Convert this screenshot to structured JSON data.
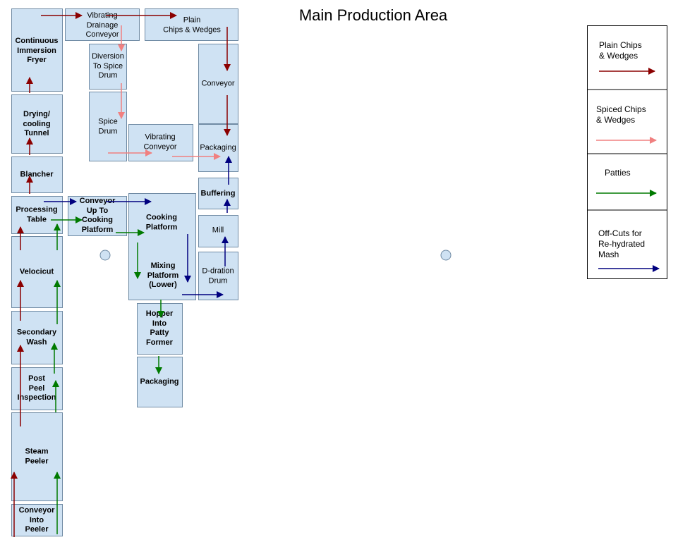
{
  "title": "Main Production Area",
  "colors": {
    "plain": "#8b0000",
    "spiced": "#f08080",
    "patties": "#007a00",
    "offcuts": "#00007f",
    "box_fill": "#cfe2f3",
    "box_border": "#6f8aa3"
  },
  "nodes": {
    "conveyor_into_peeler": "Conveyor\nInto\nPeeler",
    "steam_peeler": "Steam\nPeeler",
    "post_peel_inspection": "Post\nPeel\nInspection",
    "secondary_wash": "Secondary\nWash",
    "velocicut": "Velocicut",
    "processing_table": "Processing\nTable",
    "blancher": "Blancher",
    "drying_cooling_tunnel": "Drying/\ncooling\nTunnel",
    "continuous_immersion_fryer": "Continuous\nImmersion\nFryer",
    "vibrating_drainage_conveyor": "Vibrating\nDrainage\nConveyor",
    "plain_chips_wedges": "Plain\nChips & Wedges",
    "diversion_to_spice_drum": "Diversion\nTo Spice\nDrum",
    "spice_drum": "Spice\nDrum",
    "vibrating_conveyor": "Vibrating\nConveyor",
    "conveyor_right": "Conveyor",
    "packaging_top": "Packaging",
    "buffering": "Buffering",
    "mill": "Mill",
    "d_dration_drum": "D-dration\nDrum",
    "conveyor_up_to_cooking_platform": "Conveyor\nUp To\nCooking\nPlatform",
    "cooking_platform": "Cooking\nPlatform",
    "mixing_platform_lower": "Mixing\nPlatform\n(Lower)",
    "hopper_into_patty_former": "Hopper\nInto\nPatty\nFormer",
    "packaging_bottom": "Packaging"
  },
  "legend": [
    {
      "label": "Plain Chips\n& Wedges",
      "color": "#8b0000"
    },
    {
      "label": "Spiced Chips\n& Wedges",
      "color": "#f08080"
    },
    {
      "label": "Patties",
      "color": "#007a00"
    },
    {
      "label": "Off-Cuts for\nRe-hydrated\nMash",
      "color": "#00007f"
    }
  ]
}
